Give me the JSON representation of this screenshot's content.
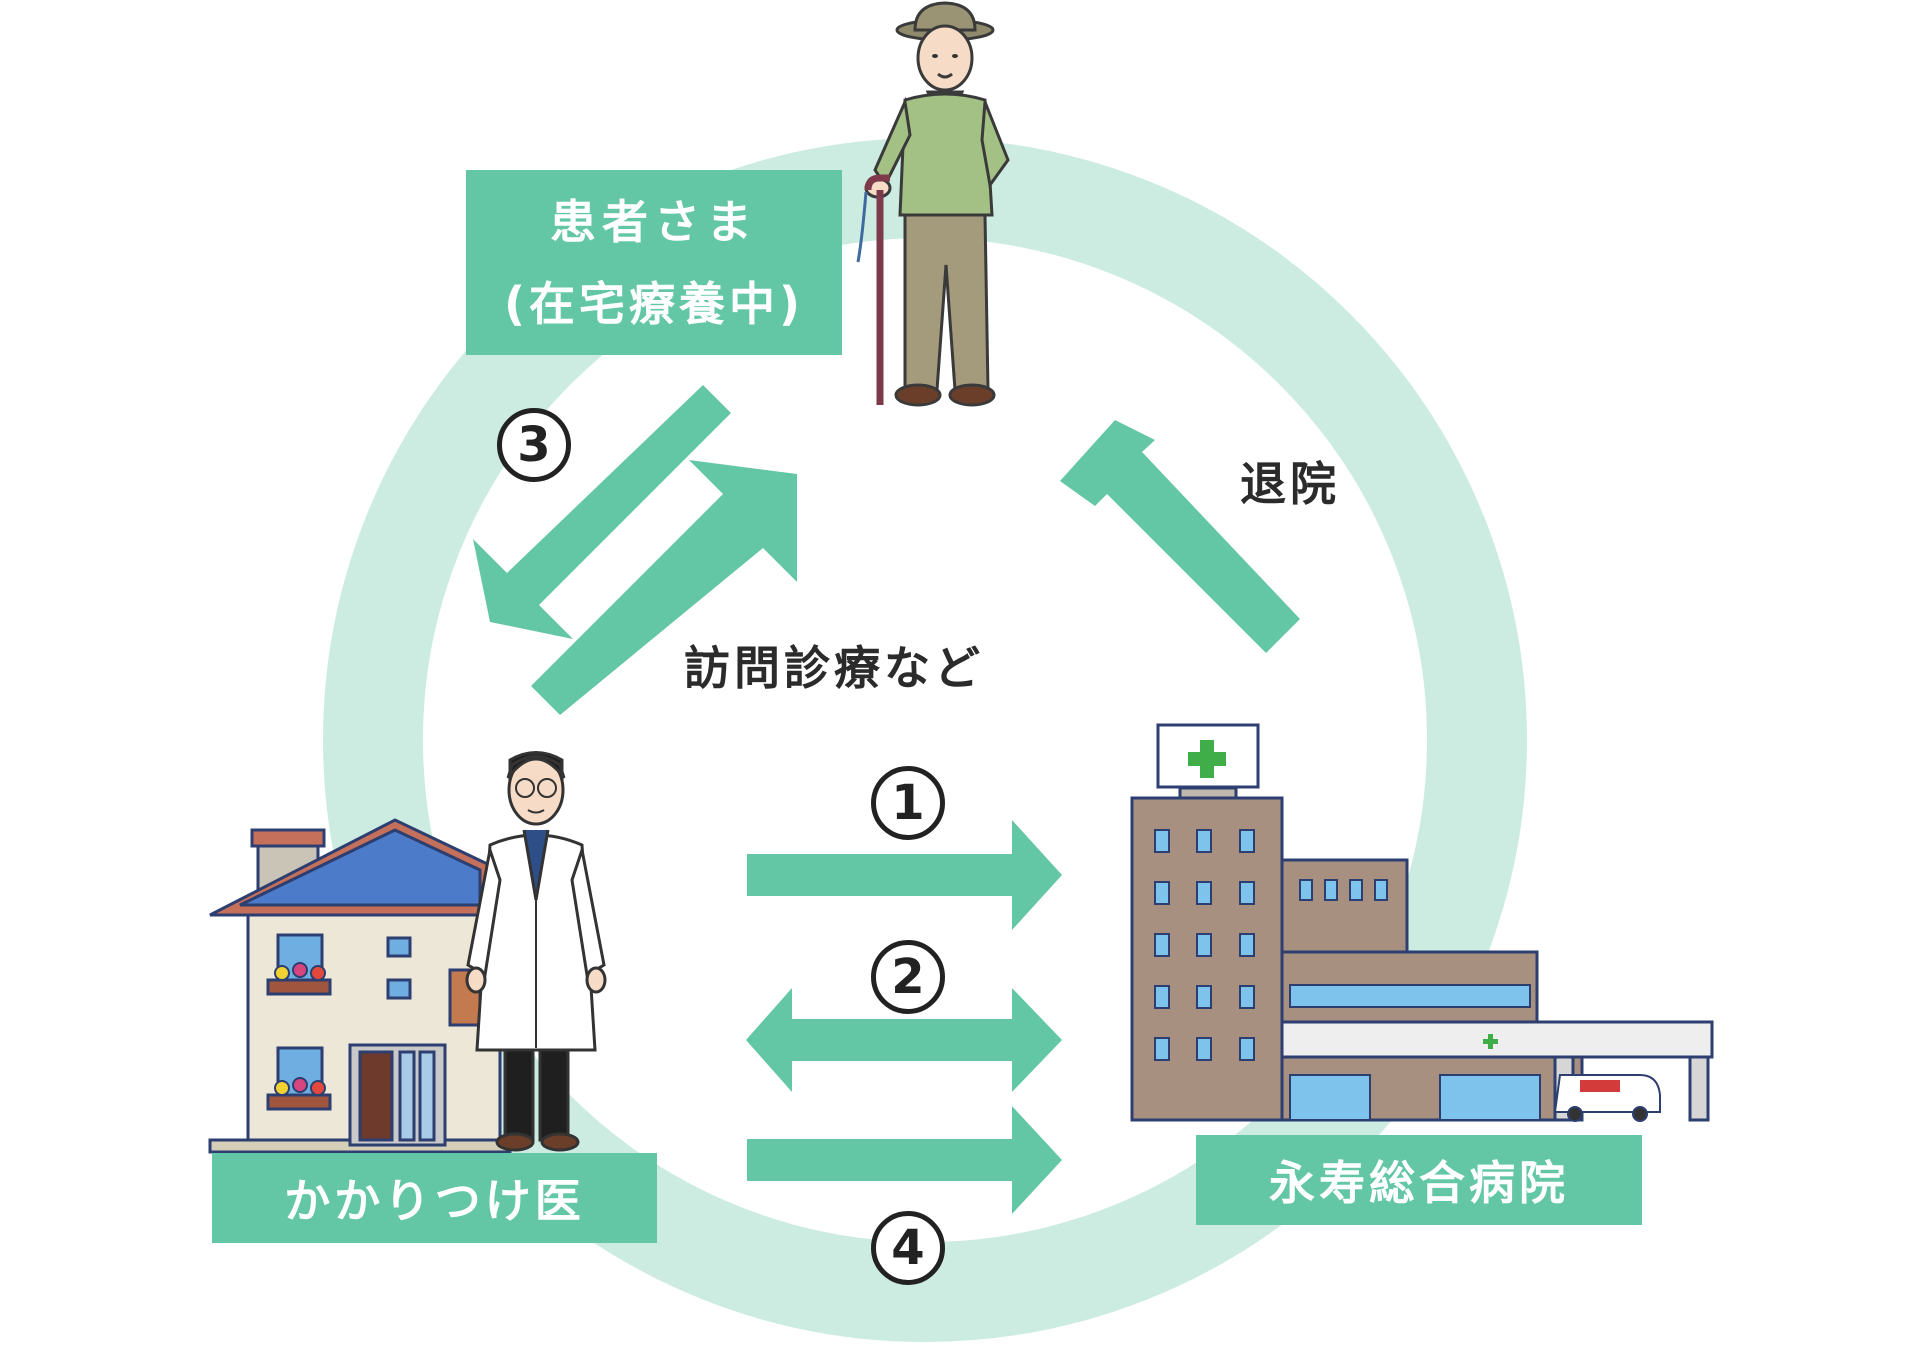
{
  "colors": {
    "accent": "#63c7a6",
    "ring": "#cdece1",
    "label_text": "#ffffff",
    "dark_text": "#2b2b2b"
  },
  "patient": {
    "line1": "患者さま",
    "line2": "(在宅療養中)"
  },
  "doctor_label": "かかりつけ医",
  "hospital_label": "永寿総合病院",
  "visit_label": "訪問診療など",
  "discharge_label": "退院",
  "steps": {
    "one": "1",
    "two": "2",
    "three": "3",
    "four": "4"
  },
  "icons": [
    "elderly-patient-icon",
    "doctor-icon",
    "clinic-house-icon",
    "hospital-building-icon",
    "ambulance-icon"
  ]
}
